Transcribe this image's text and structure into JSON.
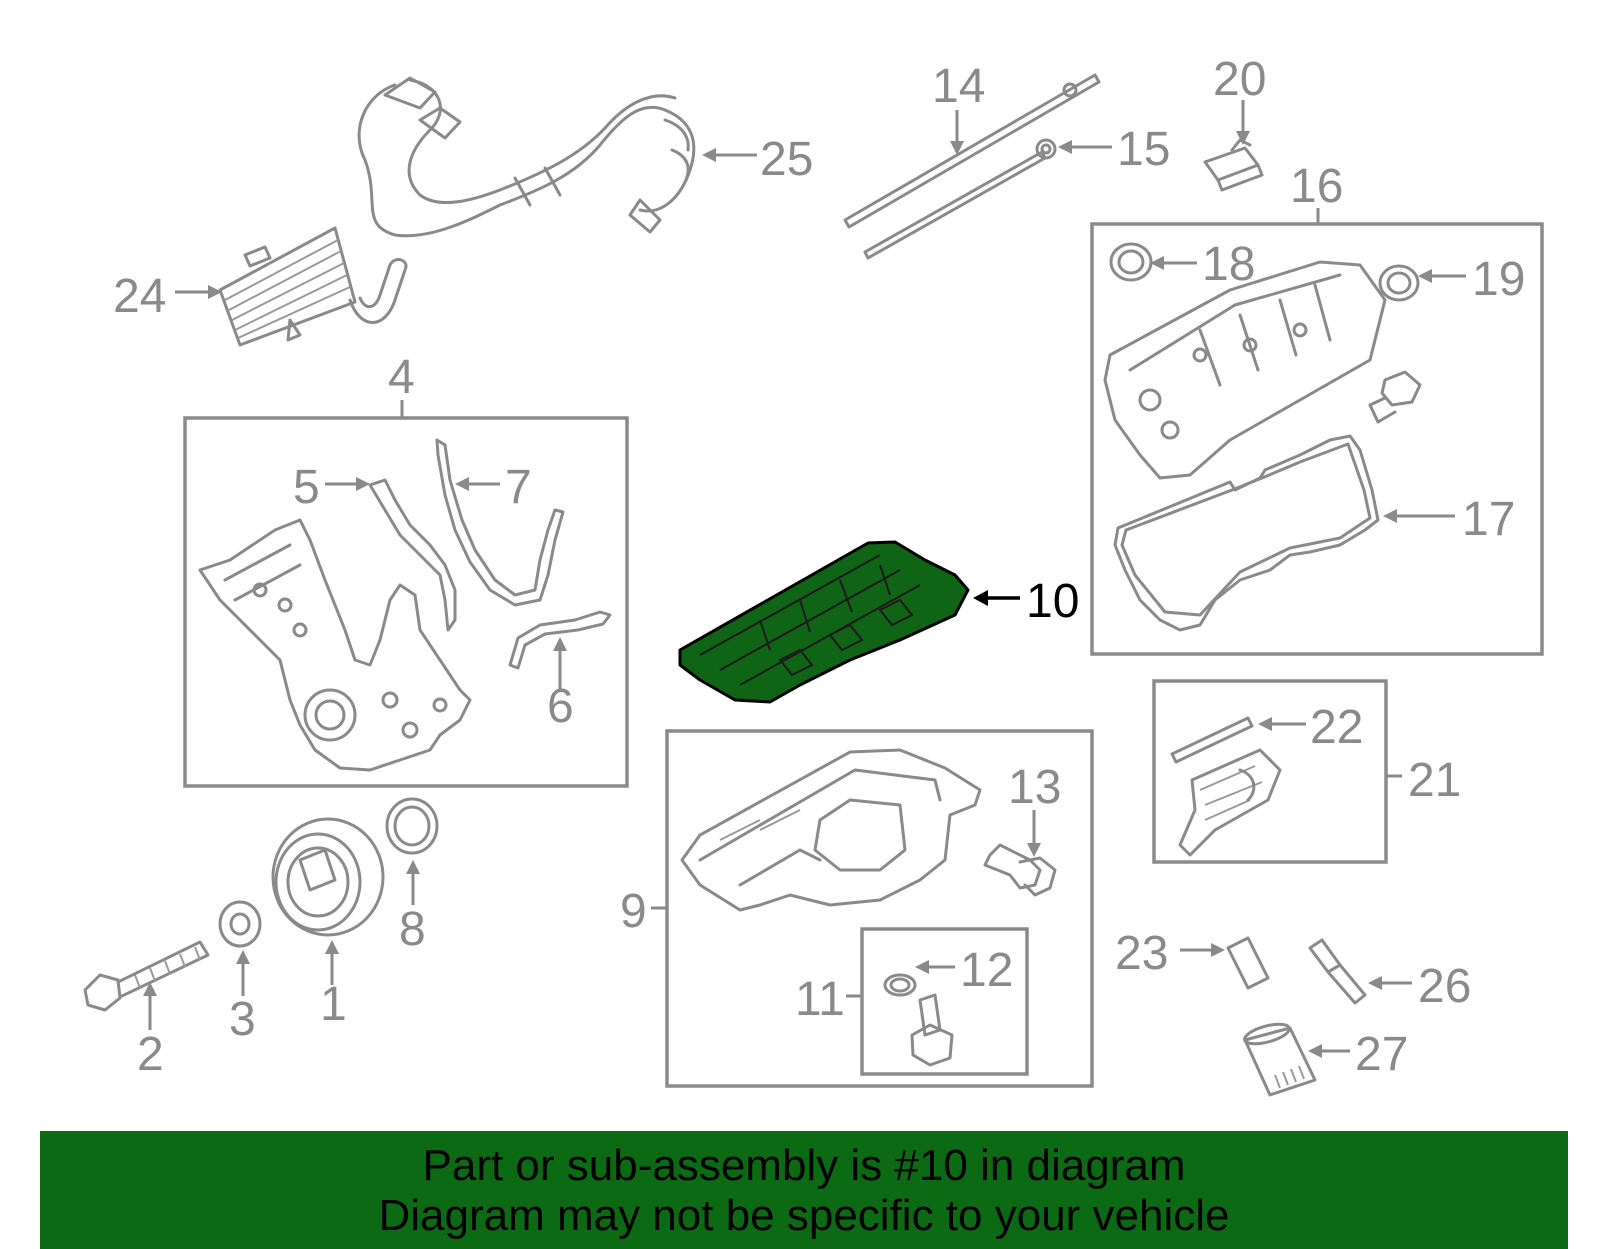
{
  "colors": {
    "banner_bg": "#0b6a13",
    "highlight_fill": "#0f6415",
    "line_gray": "#8a8a8a"
  },
  "callouts": {
    "c1": "1",
    "c2": "2",
    "c3": "3",
    "c4": "4",
    "c5": "5",
    "c6": "6",
    "c7": "7",
    "c8": "8",
    "c9": "9",
    "c10": "10",
    "c11": "11",
    "c12": "12",
    "c13": "13",
    "c14": "14",
    "c15": "15",
    "c16": "16",
    "c17": "17",
    "c18": "18",
    "c19": "19",
    "c20": "20",
    "c21": "21",
    "c22": "22",
    "c23": "23",
    "c24": "24",
    "c25": "25",
    "c26": "26",
    "c27": "27"
  },
  "highlighted_part": "10",
  "banner": {
    "line1": "Part or sub-assembly is #10 in diagram",
    "line2": "Diagram may not be specific to your vehicle"
  }
}
